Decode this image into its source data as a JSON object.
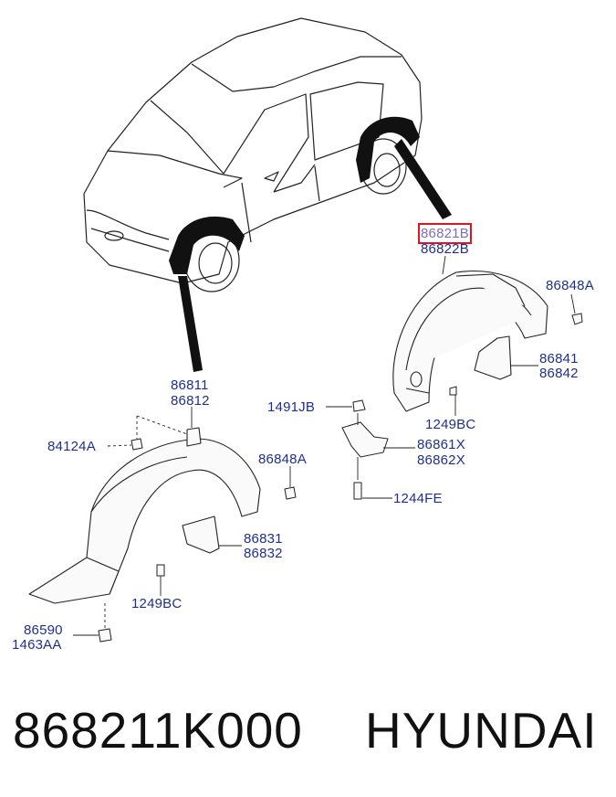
{
  "labels": {
    "rear_main_1": "86821B",
    "rear_main_2": "86822B",
    "rear_clip_top": "86848A",
    "rear_flap_1": "86841",
    "rear_flap_2": "86842",
    "rear_screw": "1249BC",
    "clip_1491": "1491JB",
    "bracket_1": "86861X",
    "bracket_2": "86862X",
    "bolt_1244": "1244FE",
    "front_main_1": "86811",
    "front_main_2": "86812",
    "front_nut": "84124A",
    "front_clip": "86848A",
    "front_flap_1": "86831",
    "front_flap_2": "86832",
    "front_screw": "1249BC",
    "front_bottom_1": "86590",
    "front_bottom_2": "1463AA"
  },
  "footer": {
    "part_number": "868211K000",
    "brand": "HYUNDAI"
  },
  "colors": {
    "label_text": "#1f2f8f",
    "highlight_border": "#e0141e",
    "line": "#222222"
  }
}
